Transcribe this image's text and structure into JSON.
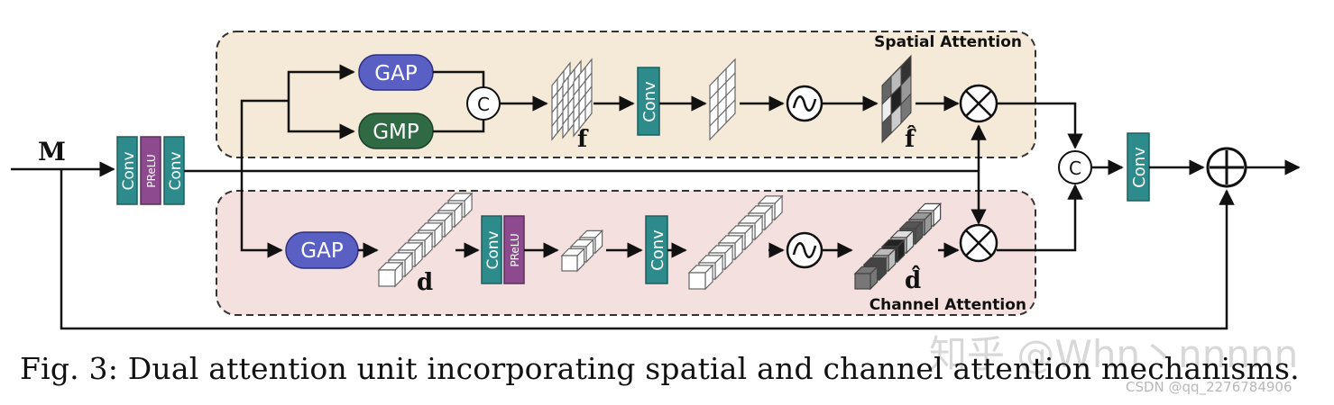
{
  "caption": "Fig. 3: Dual attention unit incorporating spatial and channel attention mechanisms.",
  "watermark": {
    "large": "知乎 @Whn丶nnnnn",
    "small": "CSDN @qq_2276784906"
  },
  "input_label": "M",
  "spatial": {
    "title": "Spatial Attention",
    "gap": "GAP",
    "gmp": "GMP",
    "concat": "C",
    "f": "f",
    "f_hat": "f̂",
    "conv": "Conv"
  },
  "channel": {
    "title": "Channel Attention",
    "gap": "GAP",
    "d": "d",
    "d_hat": "d̂",
    "conv1": "Conv",
    "prelu": "PReLU",
    "conv2": "Conv"
  },
  "head": {
    "conv1": "Conv",
    "prelu": "PReLU",
    "conv2": "Conv"
  },
  "merge": {
    "concat": "C",
    "conv": "Conv"
  },
  "colors": {
    "conv": "#2e8b8b",
    "prelu": "#8e4a8e",
    "gap": "#5a5fc4",
    "gmp": "#2f6a45",
    "spatial_bg": "#f5e9d8",
    "channel_bg": "#f4e0de"
  }
}
